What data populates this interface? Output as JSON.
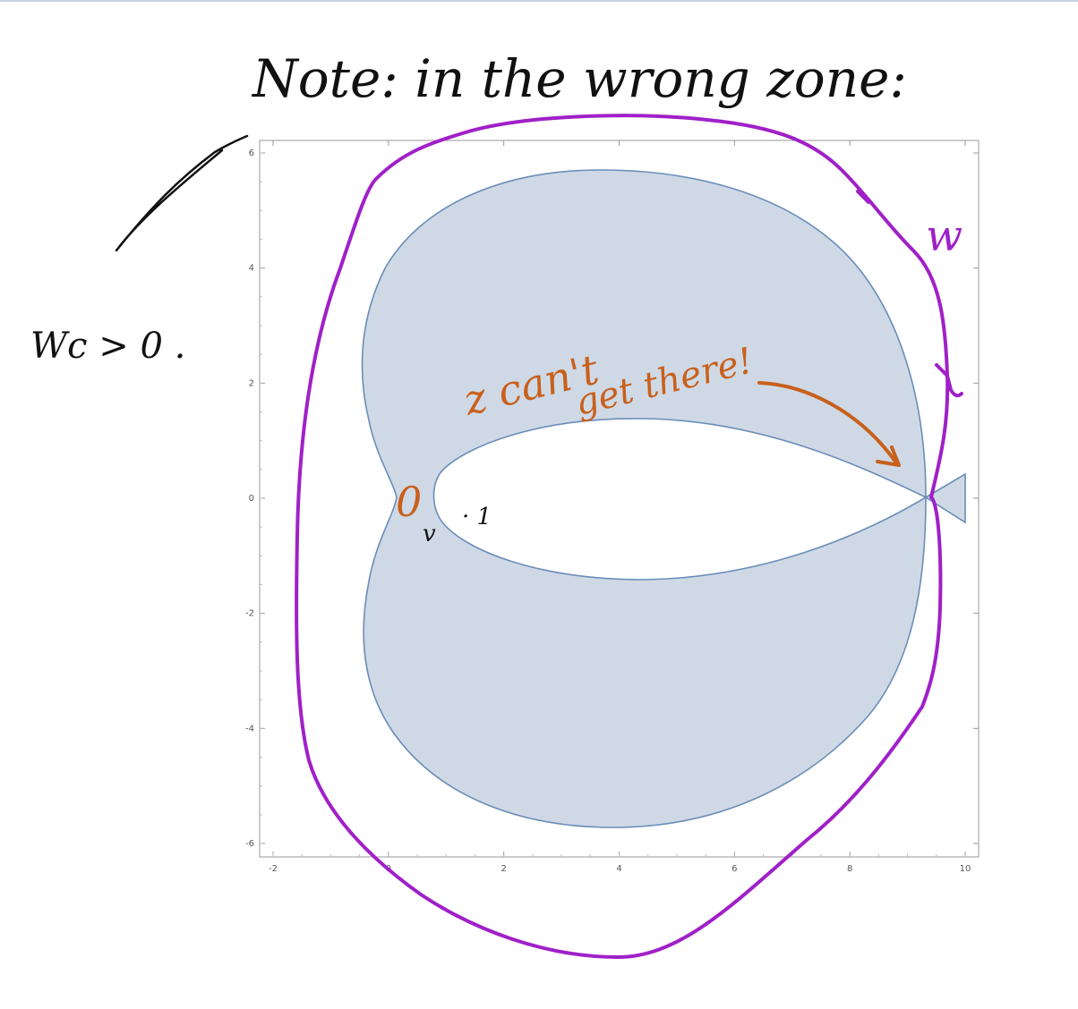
{
  "annotations": {
    "title": "Note: in the wrong zone:",
    "wc_label": "Wc > 0 .",
    "zero_label": "0",
    "v_label": "v",
    "one_label": "· 1",
    "z_cant": "z can't",
    "get_there": "get there!",
    "w_label": "w"
  },
  "plot": {
    "x_ticks": [
      "-2",
      "0",
      "2",
      "4",
      "6",
      "8",
      "10"
    ],
    "y_ticks": [
      "6",
      "4",
      "2",
      "0",
      "-2",
      "-4",
      "-6"
    ]
  },
  "colors": {
    "region_fill": "#cfd9e6",
    "region_stroke": "#6a8db8",
    "purple_curve": "#a020c8",
    "orange_ink": "#c8601c",
    "black_ink": "#111111",
    "frame": "#999999"
  }
}
